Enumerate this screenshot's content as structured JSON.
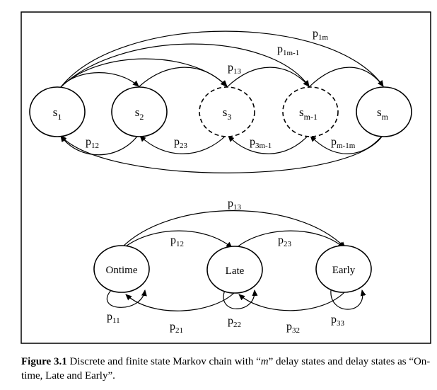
{
  "top_chain": {
    "states": [
      {
        "id": "s1",
        "label": "s",
        "sub": "1",
        "style": "solid"
      },
      {
        "id": "s2",
        "label": "s",
        "sub": "2",
        "style": "solid"
      },
      {
        "id": "s3",
        "label": "s",
        "sub": "3",
        "style": "dashed"
      },
      {
        "id": "sm1",
        "label": "s",
        "sub": "m-1",
        "style": "dashed"
      },
      {
        "id": "sm",
        "label": "s",
        "sub": "m",
        "style": "solid"
      }
    ],
    "edge_labels": [
      {
        "id": "p1m",
        "label": "p",
        "sub": "1m"
      },
      {
        "id": "p1m1",
        "label": "p",
        "sub": "1m-1"
      },
      {
        "id": "p13",
        "label": "p",
        "sub": "13"
      },
      {
        "id": "p12",
        "label": "p",
        "sub": "12"
      },
      {
        "id": "p23",
        "label": "p",
        "sub": "23"
      },
      {
        "id": "p3m1",
        "label": "p",
        "sub": "3m-1"
      },
      {
        "id": "pm1m",
        "label": "p",
        "sub": "m-1m"
      }
    ]
  },
  "bottom_chain": {
    "states": [
      {
        "id": "ontime",
        "label": "Ontime"
      },
      {
        "id": "late",
        "label": "Late"
      },
      {
        "id": "early",
        "label": "Early"
      }
    ],
    "edge_labels": [
      {
        "id": "p13",
        "label": "p",
        "sub": "13"
      },
      {
        "id": "p12",
        "label": "p",
        "sub": "12"
      },
      {
        "id": "p23",
        "label": "p",
        "sub": "23"
      },
      {
        "id": "p11",
        "label": "p",
        "sub": "11"
      },
      {
        "id": "p21",
        "label": "p",
        "sub": "21"
      },
      {
        "id": "p22",
        "label": "p",
        "sub": "22"
      },
      {
        "id": "p32",
        "label": "p",
        "sub": "32"
      },
      {
        "id": "p33",
        "label": "p",
        "sub": "33"
      }
    ]
  },
  "caption": {
    "figure_label": "Figure 3.1",
    "text_before": " Discrete and finite state Markov chain with “",
    "emph": "m",
    "text_after": "” delay states and delay states as “On-time, Late and Early”."
  }
}
